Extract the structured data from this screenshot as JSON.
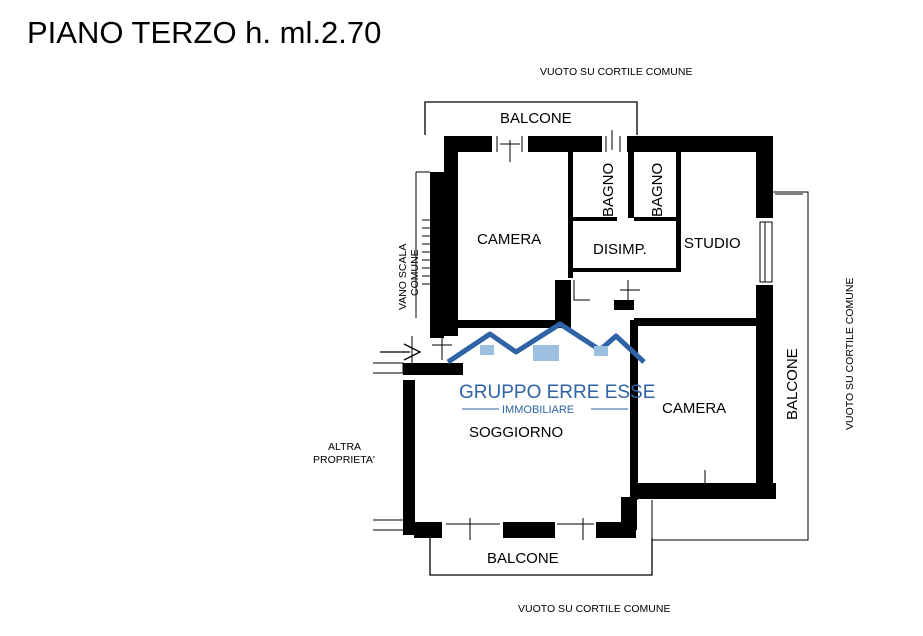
{
  "title": "PIANO TERZO h. ml.2.70",
  "labels": {
    "vuoto_top": "VUOTO SU CORTILE COMUNE",
    "vuoto_bottom": "VUOTO SU CORTILE COMUNE",
    "vuoto_right": "VUOTO SU CORTILE COMUNE",
    "balcone_top": "BALCONE",
    "balcone_bottom": "BALCONE",
    "balcone_right": "BALCONE",
    "camera_1": "CAMERA",
    "camera_2": "CAMERA",
    "bagno_1": "BAGNO",
    "bagno_2": "BAGNO",
    "disimp": "DISIMP.",
    "studio": "STUDIO",
    "soggiorno": "SOGGIORNO",
    "vano_scala_1": "VANO SCALA",
    "vano_scala_2": "COMUNE",
    "altra_1": "ALTRA",
    "altra_2": "PROPRIETA'"
  },
  "logo": {
    "name": "GRUPPO ERRE ESSE",
    "sub": "IMMOBILIARE",
    "color": "#2f63a6"
  }
}
